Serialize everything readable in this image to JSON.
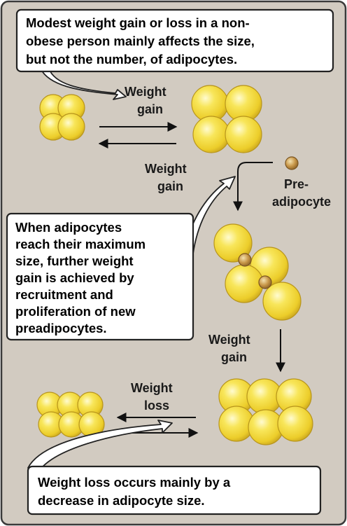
{
  "callouts": {
    "top": {
      "lines": [
        "Modest weight gain or loss in a non-",
        "obese person mainly affects the size,",
        "but not the number, of adipocytes."
      ]
    },
    "middle": {
      "lines": [
        "When adipocytes",
        "reach their maximum",
        "size, further weight",
        "gain is achieved by",
        "recruitment and",
        "proliferation of new",
        "preadipocytes."
      ]
    },
    "bottom": {
      "lines": [
        "Weight loss occurs mainly by a",
        "decrease in adipocyte size."
      ]
    }
  },
  "labels": {
    "weight_gain_1": [
      "Weight",
      "gain"
    ],
    "weight_gain_2": [
      "Weight",
      "gain"
    ],
    "weight_gain_3": [
      "Weight",
      "gain"
    ],
    "weight_loss": [
      "Weight",
      "loss"
    ],
    "preadipocyte": [
      "Pre-",
      "adipocyte"
    ]
  },
  "colors": {
    "background": "#d2cbc1",
    "border": "#3a3a3a",
    "cell_fill": "#f3dc3a",
    "cell_highlight": "#fff7b8",
    "cell_outline": "#b8951c",
    "preadipocyte_fill": "#c79a4c",
    "arrow": "#111111",
    "callout_fill": "#ffffff"
  }
}
